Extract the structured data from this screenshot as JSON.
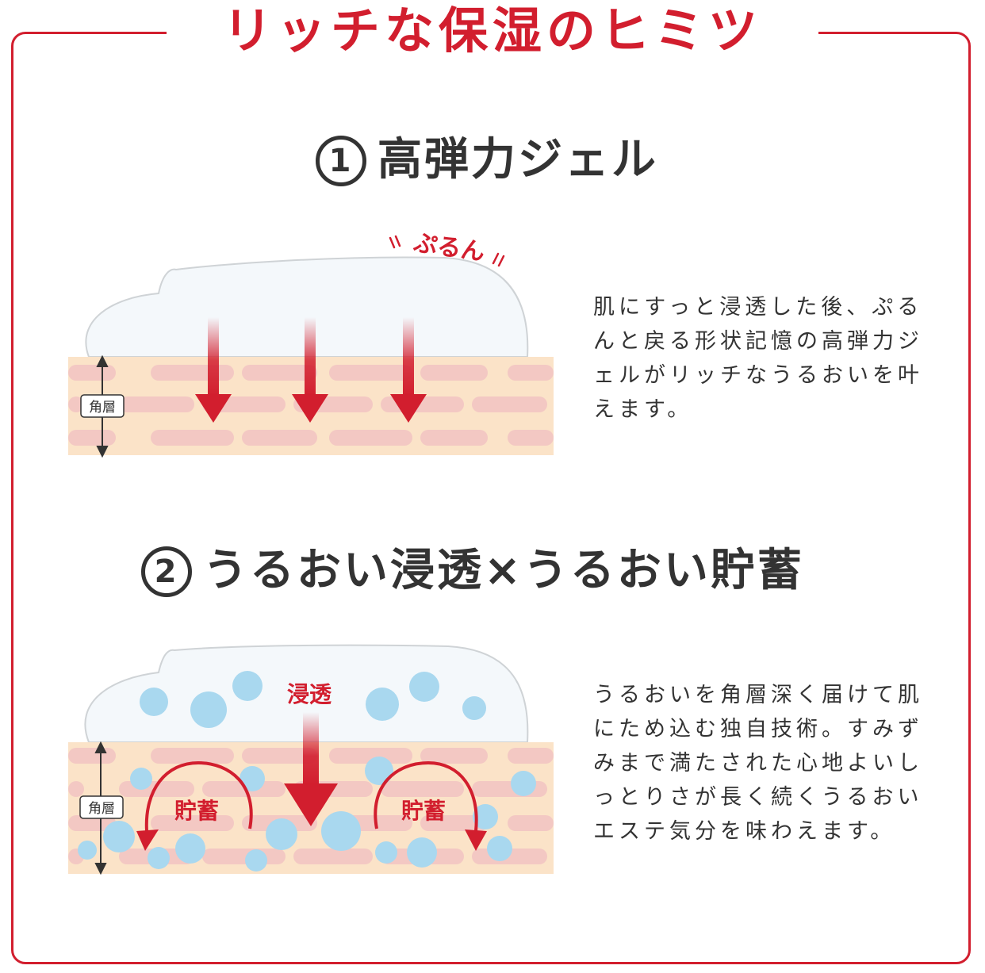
{
  "page": {
    "main_title": "リッチな保湿のヒミツ",
    "section1": {
      "number": "1",
      "title": "高弾力ジェル",
      "bounce_label": "ぷるん",
      "layer_label": "角層",
      "description": "肌にすっと浸透した後、ぷるんと戻る形状記憶の高弾力ジェルがリッチなうるおいを叶えます。"
    },
    "section2": {
      "number": "2",
      "title": "うるおい浸透×うるおい貯蓄",
      "penetration_label": "浸透",
      "storage_label_left": "貯蓄",
      "storage_label_right": "貯蓄",
      "layer_label": "角層",
      "description": "うるおいを角層深く届けて肌にため込む独自技術。すみずみまで満たされた心地よいしっとりさが長く続くうるおいエステ気分を味わえます。"
    },
    "colors": {
      "accent_red": "#d21e2e",
      "skin_base": "#fbe3c8",
      "skin_cell": "#f3c8c3",
      "gel_fill": "#f4f8fb",
      "droplet": "#a9d8ef",
      "text": "#333333"
    }
  }
}
